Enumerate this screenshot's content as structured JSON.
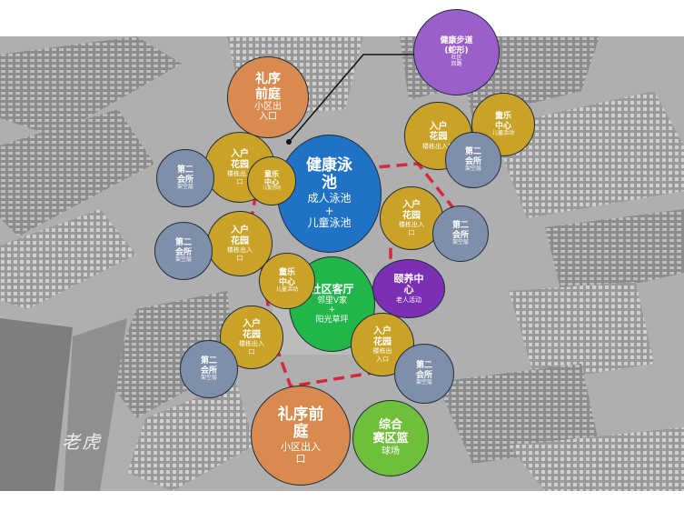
{
  "bubbles": {
    "ceremony_top": {
      "title": "礼序\n前庭",
      "sub": "小区出\n入口"
    },
    "fitness_path": {
      "title": "健康步道\n(蛇形)",
      "sub": "社区\n回路"
    },
    "garden_tl": {
      "title": "入户\n花园",
      "sub": "楼栋出入\n口"
    },
    "garden_tr": {
      "title": "入户\n花园",
      "sub": "楼栋出入口"
    },
    "garden_r": {
      "title": "入户\n花园",
      "sub": "楼栋出入\n口"
    },
    "garden_l": {
      "title": "入户\n花园",
      "sub": "楼栋出入\n口"
    },
    "garden_bl": {
      "title": "入户\n花园",
      "sub": "楼栋出入\n口"
    },
    "garden_br": {
      "title": "入户\n花园",
      "sub": "楼栋出\n入口"
    },
    "kids_tr": {
      "title": "童乐\n中心",
      "sub": "儿童活动"
    },
    "kids_tl": {
      "title": "童乐\n中心",
      "sub": "儿童活动"
    },
    "kids_ml": {
      "title": "童乐\n中心",
      "sub": "儿童活动"
    },
    "club_tl": {
      "title": "第二\n会所",
      "sub": "架空层"
    },
    "club_tr": {
      "title": "第二\n会所",
      "sub": "架空层"
    },
    "club_r": {
      "title": "第二\n会所",
      "sub": "架空层"
    },
    "club_l": {
      "title": "第二\n会所",
      "sub": "架空层"
    },
    "club_bl": {
      "title": "第二\n会所",
      "sub": "架空层"
    },
    "club_br": {
      "title": "第二\n会所",
      "sub": "架空层"
    },
    "pool": {
      "title": "健康泳\n池",
      "sub": "成人泳池\n+\n儿童泳池"
    },
    "living_room": {
      "title": "社区客厅",
      "sub": "邻里V家\n+\n阳光草坪"
    },
    "elder": {
      "title": "颐养中\n心",
      "sub": "老人活动"
    },
    "ceremony_bottom": {
      "title": "礼序前\n庭",
      "sub": "小区出入\n口"
    },
    "sports": {
      "title": "综合\n赛区篮",
      "sub": "球场"
    }
  },
  "logo_text": "老虎"
}
